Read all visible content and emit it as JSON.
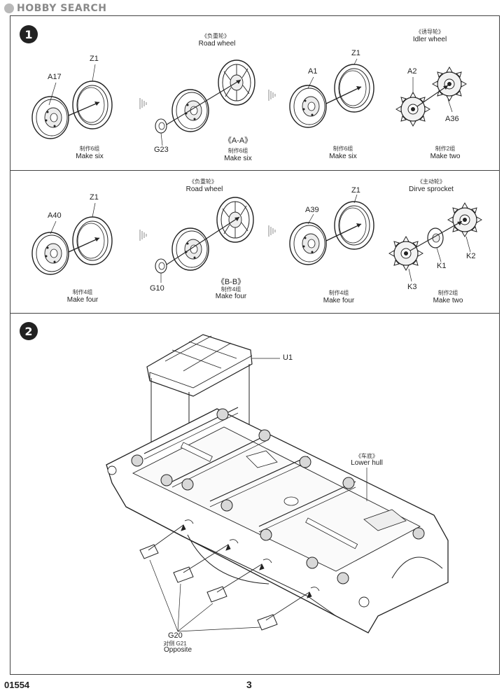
{
  "watermark": "HOBBY SEARCH",
  "steps": [
    "1",
    "2"
  ],
  "row1": {
    "g1": {
      "wheel_a": "A17",
      "wheel_b": "Z1",
      "cn": "制作6组",
      "en": "Make six"
    },
    "g2": {
      "title_cn": "《负重轮》",
      "title_en": "Road  wheel",
      "cap": "G23",
      "section": "《A-A》",
      "cn": "制作6组",
      "en": "Make six"
    },
    "g3": {
      "wheel_a": "A1",
      "wheel_b": "Z1",
      "cn": "制作6组",
      "en": "Make six"
    },
    "g4": {
      "title_cn": "《诱导轮》",
      "title_en": "Idler wheel",
      "part_a": "A2",
      "part_b": "A36",
      "cn": "制作2组",
      "en": "Make two"
    }
  },
  "row2": {
    "g1": {
      "wheel_a": "A40",
      "wheel_b": "Z1",
      "cn": "制作4组",
      "en": "Make four"
    },
    "g2": {
      "title_cn": "《负重轮》",
      "title_en": "Road  wheel",
      "cap": "G10",
      "section": "《B-B》",
      "cn": "制作4组",
      "en": "Make four"
    },
    "g3": {
      "wheel_a": "A39",
      "wheel_b": "Z1",
      "cn": "制作4组",
      "en": "Make four"
    },
    "g4": {
      "title_cn": "《主动轮》",
      "title_en": "Dirve sprocket",
      "part_a": "K1",
      "part_b": "K2",
      "part_c": "K3",
      "cn": "制作2组",
      "en": "Make two"
    }
  },
  "step2": {
    "top_plate": "U1",
    "hull_cn": "《车底》",
    "hull_en": "Lower hull",
    "bracket": "G20",
    "bracket_alt_cn": "对侧 G21",
    "bracket_alt_en": "Opposite"
  },
  "footer": {
    "code": "01554",
    "page": "3"
  }
}
